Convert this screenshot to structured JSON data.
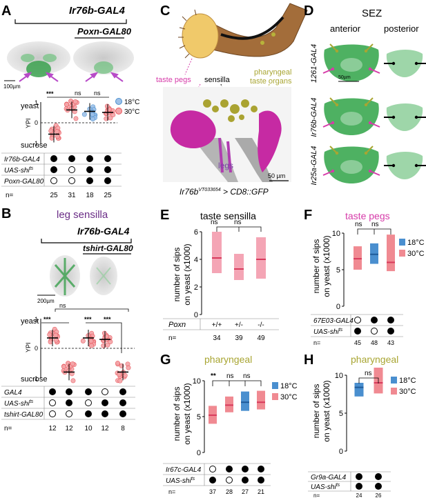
{
  "panels": {
    "A": {
      "letter": "A",
      "driver": "Ir76b-GAL4",
      "suppressor": "Poxn-GAL80",
      "scale": "100µm",
      "sig": [
        "***",
        "ns",
        "ns"
      ],
      "y_top": "yeast",
      "y_bot": "sucrose",
      "ylabel": "YPI",
      "ticks": [
        "1",
        "0",
        "-1"
      ],
      "legend": [
        "18°C",
        "30°C"
      ],
      "rows": [
        "Ir76b-GAL4",
        "UAS-shi",
        "Poxn-GAL80"
      ],
      "ts": "ts",
      "n_label": "n=",
      "n": [
        "25",
        "31",
        "18",
        "25"
      ]
    },
    "B": {
      "letter": "B",
      "title": "leg sensilla",
      "driver": "Ir76b-GAL4",
      "suppressor": "tshirt-GAL80",
      "scale": "200µm",
      "sig": [
        "ns",
        "***",
        "***",
        "***"
      ],
      "y_top": "yeast",
      "y_bot": "sucrose",
      "ylabel": "YPI",
      "ticks": [
        "1",
        "0",
        "-1"
      ],
      "rows": [
        "GAL4",
        "UAS-shi",
        "tshirt-GAL80"
      ],
      "ts": "ts",
      "n_label": "n=",
      "n": [
        "12",
        "12",
        "10",
        "12",
        "8"
      ]
    },
    "C": {
      "letter": "C",
      "labels": [
        "taste pegs",
        "sensilla",
        "pharyngeal",
        "taste organs",
        "legs",
        "50 µm"
      ],
      "genotype_main": "Ir76b",
      "genotype_sup": "VT033654",
      "genotype_rest": " > CD8::GFP"
    },
    "D": {
      "letter": "D",
      "title": "SEZ",
      "cols": [
        "anterior",
        "posterior"
      ],
      "rows": [
        "1261-GAL4",
        "Ir76b-GAL4",
        "Ir25a-GAL4"
      ],
      "scale": "50µm"
    },
    "E": {
      "letter": "E",
      "title": "taste sensilla",
      "ylabel1": "number of sips",
      "ylabel2": "on yeast (x1000)",
      "ticks": [
        "6",
        "4",
        "2",
        "0"
      ],
      "sig": [
        "ns",
        "ns"
      ],
      "row": "Poxn",
      "genotypes": [
        "+/+",
        "+/-",
        "-/-"
      ],
      "n_label": "n=",
      "n": [
        "34",
        "39",
        "49"
      ]
    },
    "F": {
      "letter": "F",
      "title": "taste pegs",
      "ylabel1": "number of sips",
      "ylabel2": "on yeast (x1000)",
      "ticks": [
        "10",
        "5",
        "0"
      ],
      "sig": [
        "ns",
        "ns"
      ],
      "legend": [
        "18°C",
        "30°C"
      ],
      "rows": [
        "67E03-GAL4",
        "UAS-shi"
      ],
      "ts": "ts",
      "n_label": "n=",
      "n": [
        "45",
        "48",
        "43"
      ]
    },
    "G": {
      "letter": "G",
      "title": "pharyngeal",
      "ylabel1": "number of sips",
      "ylabel2": "on yeast (x1000)",
      "ticks": [
        "10",
        "5",
        "0"
      ],
      "sig": [
        "**",
        "ns",
        "ns"
      ],
      "legend": [
        "18°C",
        "30°C"
      ],
      "rows": [
        "Ir67c-GAL4",
        "UAS-shi"
      ],
      "ts": "ts",
      "n_label": "n=",
      "n": [
        "37",
        "28",
        "27",
        "21"
      ]
    },
    "H": {
      "letter": "H",
      "title": "pharyngeal",
      "ylabel1": "number of sips",
      "ylabel2": "on yeast (x1000)",
      "ticks": [
        "10",
        "5",
        "0"
      ],
      "sig": [
        "ns"
      ],
      "legend": [
        "18°C",
        "30°C"
      ],
      "rows": [
        "Gr9a-GAL4",
        "UAS-shi"
      ],
      "ts": "ts",
      "n_label": "n=",
      "n": [
        "24",
        "26"
      ]
    }
  },
  "colors": {
    "red": "#e8545a",
    "pink_bar": "#f4a5b5",
    "blue": "#4a8fcf",
    "magenta": "#d63ba9",
    "olive": "#a8a532",
    "purple_title": "#6a2c86",
    "green": "#2ea043"
  },
  "chart_data": [
    {
      "panel": "A",
      "type": "scatter",
      "ylabel": "YPI",
      "ylim": [
        -1,
        1
      ],
      "categories": [
        "1",
        "2",
        "3",
        "4"
      ],
      "series": [
        {
          "name": "30°C",
          "values": [
            -0.55,
            0.62,
            null,
            0.5
          ]
        },
        {
          "name": "18°C",
          "values": [
            null,
            null,
            0.55,
            null
          ]
        }
      ]
    },
    {
      "panel": "B",
      "type": "scatter",
      "ylabel": "YPI",
      "ylim": [
        -1,
        1
      ],
      "categories": [
        "1",
        "2",
        "3",
        "4",
        "5"
      ],
      "values": [
        0.35,
        -0.8,
        0.35,
        0.3,
        -0.8
      ]
    },
    {
      "panel": "E",
      "type": "bar",
      "ylabel": "number of sips on yeast (x1000)",
      "ylim": [
        0,
        6
      ],
      "categories": [
        "+/+",
        "+/-",
        "-/-"
      ],
      "values": [
        4.1,
        3.3,
        4.0
      ],
      "ranges": [
        [
          3.0,
          6.0
        ],
        [
          2.5,
          4.4
        ],
        [
          2.6,
          5.6
        ]
      ]
    },
    {
      "panel": "F",
      "type": "bar",
      "ylabel": "number of sips on yeast (x1000)",
      "ylim": [
        0,
        10
      ],
      "categories": [
        "1",
        "2",
        "3"
      ],
      "values": [
        6.5,
        7.1,
        6.0
      ],
      "ranges": [
        [
          5.0,
          8.2
        ],
        [
          5.8,
          8.6
        ],
        [
          4.8,
          9.8
        ]
      ],
      "series": [
        {
          "name": "30°C",
          "index": [
            0,
            2
          ]
        },
        {
          "name": "18°C",
          "index": [
            1
          ]
        }
      ]
    },
    {
      "panel": "G",
      "type": "bar",
      "ylabel": "number of sips on yeast (x1000)",
      "ylim": [
        0,
        10
      ],
      "categories": [
        "1",
        "2",
        "3",
        "4"
      ],
      "values": [
        5.2,
        6.6,
        7.0,
        7.0
      ],
      "ranges": [
        [
          4.0,
          6.5
        ],
        [
          5.6,
          7.8
        ],
        [
          5.8,
          8.5
        ],
        [
          6.0,
          8.6
        ]
      ],
      "series": [
        {
          "name": "30°C",
          "index": [
            0,
            1,
            3
          ]
        },
        {
          "name": "18°C",
          "index": [
            2
          ]
        }
      ]
    },
    {
      "panel": "H",
      "type": "bar",
      "ylabel": "number of sips on yeast (x1000)",
      "ylim": [
        0,
        10
      ],
      "categories": [
        "1",
        "2"
      ],
      "values": [
        8.4,
        9.0
      ],
      "ranges": [
        [
          7.2,
          9.0
        ],
        [
          7.6,
          11.0
        ]
      ],
      "series": [
        {
          "name": "18°C",
          "index": [
            0
          ]
        },
        {
          "name": "30°C",
          "index": [
            1
          ]
        }
      ]
    }
  ]
}
